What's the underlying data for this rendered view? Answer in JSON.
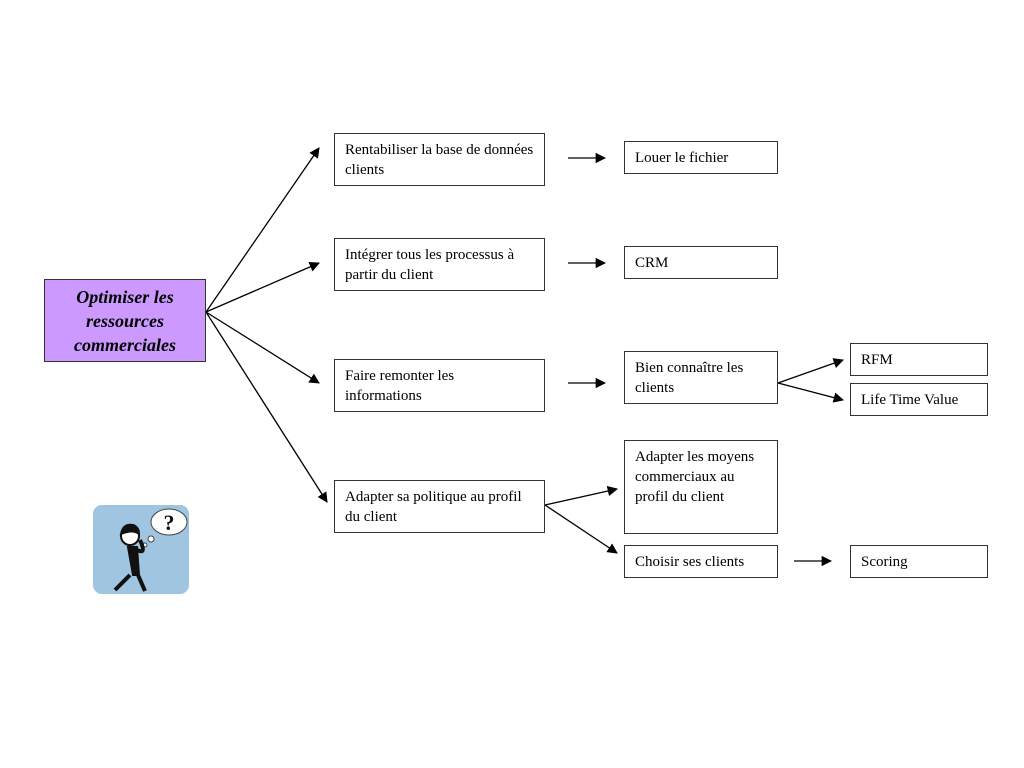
{
  "colors": {
    "root_fill": "#cc99ff",
    "box_border": "#333333",
    "line": "#000000",
    "clipart_bg": "#9fc5e0"
  },
  "root": {
    "label": "Optimiser les ressources commerciales"
  },
  "nodes": {
    "rentabiliser": "Rentabiliser la base de données clients",
    "integrer": "Intégrer tous les processus à partir du client",
    "faire_remonter": "Faire remonter les informations",
    "adapter_politique": "Adapter sa politique au profil du client",
    "louer_fichier": "Louer le fichier",
    "crm": "CRM",
    "bien_connaitre": "Bien connaître les clients",
    "adapter_moyens": "Adapter les moyens commerciaux au profil du client",
    "choisir_clients": "Choisir ses clients",
    "rfm": "RFM",
    "ltv": "Life Time Value",
    "scoring": "Scoring"
  },
  "clipart": {
    "icon": "thinking-person-question-mark-icon",
    "symbol": "?"
  }
}
